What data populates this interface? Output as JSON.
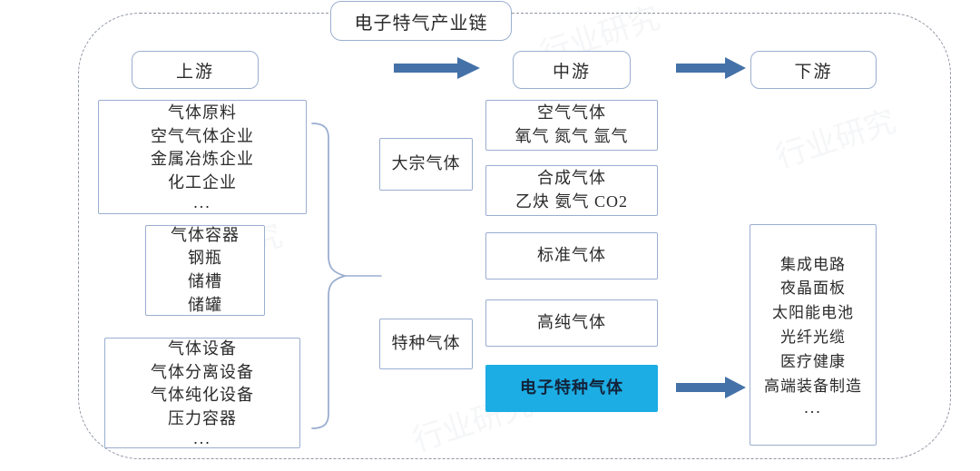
{
  "title": "电子特气产业链",
  "colors": {
    "accent_arrow": "#4472a8",
    "highlight_box": "#1cade4",
    "box_border": "#9aaed0",
    "frame_dashed": "#8f95a3",
    "text": "#2b2b2b"
  },
  "stages": {
    "upstream": "上游",
    "midstream": "中游",
    "downstream": "下游"
  },
  "upstream": {
    "boxes": [
      {
        "name": "raw-materials",
        "lines": [
          "气体原料",
          "空气气体企业",
          "金属冶炼企业",
          "化工企业"
        ],
        "ellipsis": "..."
      },
      {
        "name": "gas-containers",
        "lines": [
          "气体容器",
          "钢瓶",
          "储槽",
          "储罐"
        ],
        "ellipsis": ""
      },
      {
        "name": "gas-equipment",
        "lines": [
          "气体设备",
          "气体分离设备",
          "气体纯化设备",
          "压力容器"
        ],
        "ellipsis": "..."
      }
    ]
  },
  "categories": {
    "bulk": "大宗气体",
    "specialty": "特种气体"
  },
  "midstream": {
    "boxes": [
      {
        "name": "air-gases",
        "lines": [
          "空气气体",
          "氧气 氮气 氩气"
        ],
        "highlight": false
      },
      {
        "name": "synthetic-gases",
        "lines": [
          "合成气体",
          "乙炔 氨气 CO2"
        ],
        "highlight": false
      },
      {
        "name": "standard-gases",
        "lines": [
          "标准气体"
        ],
        "highlight": false
      },
      {
        "name": "high-purity-gases",
        "lines": [
          "高纯气体"
        ],
        "highlight": false
      },
      {
        "name": "electronic-specialty-gases",
        "lines": [
          "电子特种气体"
        ],
        "highlight": true
      }
    ]
  },
  "downstream": {
    "box": {
      "name": "applications",
      "lines": [
        "集成电路",
        "夜晶面板",
        "太阳能电池",
        "光纤光缆",
        "医疗健康",
        "高端装备制造"
      ],
      "ellipsis": "..."
    }
  },
  "arrows": [
    {
      "name": "arrow-upstream-to-midstream"
    },
    {
      "name": "arrow-midstream-to-downstream"
    },
    {
      "name": "arrow-specialty-to-downstream"
    }
  ],
  "watermarks": {
    "w1": "行业研究",
    "w2": "行业研究",
    "w3": "行业研究",
    "w4": "行业研究"
  }
}
